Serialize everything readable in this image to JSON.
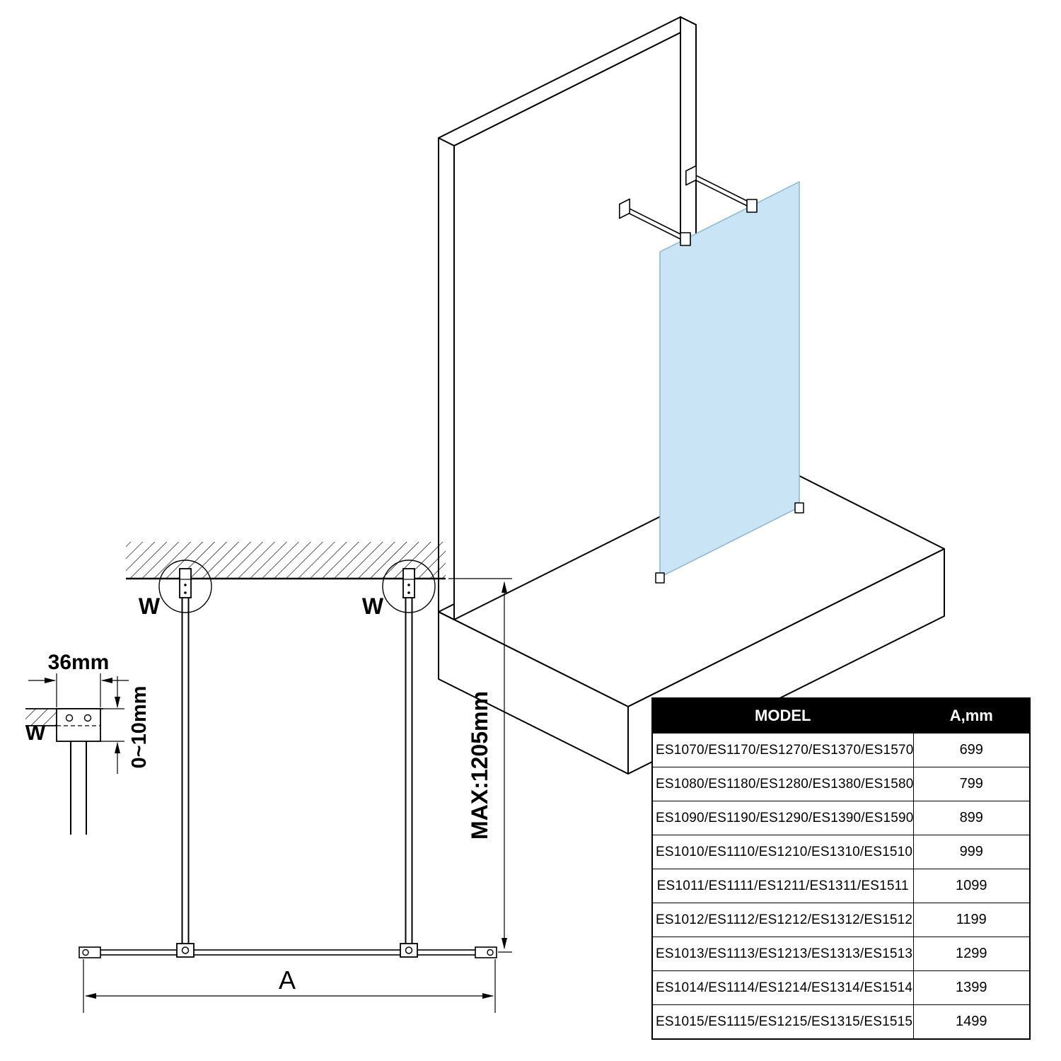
{
  "page": {
    "background_color": "#ffffff",
    "line_color": "#000000"
  },
  "isometric_view": {
    "glass_color": "#c8e4f5"
  },
  "top_view": {
    "left_mount_label": "W",
    "right_mount_label": "W",
    "max_length_dimension": "MAX:1205mm",
    "width_dimension_label": "A"
  },
  "bracket_detail": {
    "width_dimension": "36mm",
    "wall_label": "W",
    "adjustment_dimension": "0~10mm"
  },
  "model_table": {
    "header_background": "#000000",
    "header_text_color": "#ffffff",
    "headers": {
      "model": "MODEL",
      "a_mm": "A,mm"
    },
    "rows": [
      {
        "model": "ES1070/ES1170/ES1270/ES1370/ES1570",
        "a_mm": "699"
      },
      {
        "model": "ES1080/ES1180/ES1280/ES1380/ES1580",
        "a_mm": "799"
      },
      {
        "model": "ES1090/ES1190/ES1290/ES1390/ES1590",
        "a_mm": "899"
      },
      {
        "model": "ES1010/ES1110/ES1210/ES1310/ES1510",
        "a_mm": "999"
      },
      {
        "model": "ES1011/ES1111/ES1211/ES1311/ES1511",
        "a_mm": "1099"
      },
      {
        "model": "ES1012/ES1112/ES1212/ES1312/ES1512",
        "a_mm": "1199"
      },
      {
        "model": "ES1013/ES1113/ES1213/ES1313/ES1513",
        "a_mm": "1299"
      },
      {
        "model": "ES1014/ES1114/ES1214/ES1314/ES1514",
        "a_mm": "1399"
      },
      {
        "model": "ES1015/ES1115/ES1215/ES1315/ES1515",
        "a_mm": "1499"
      }
    ]
  }
}
